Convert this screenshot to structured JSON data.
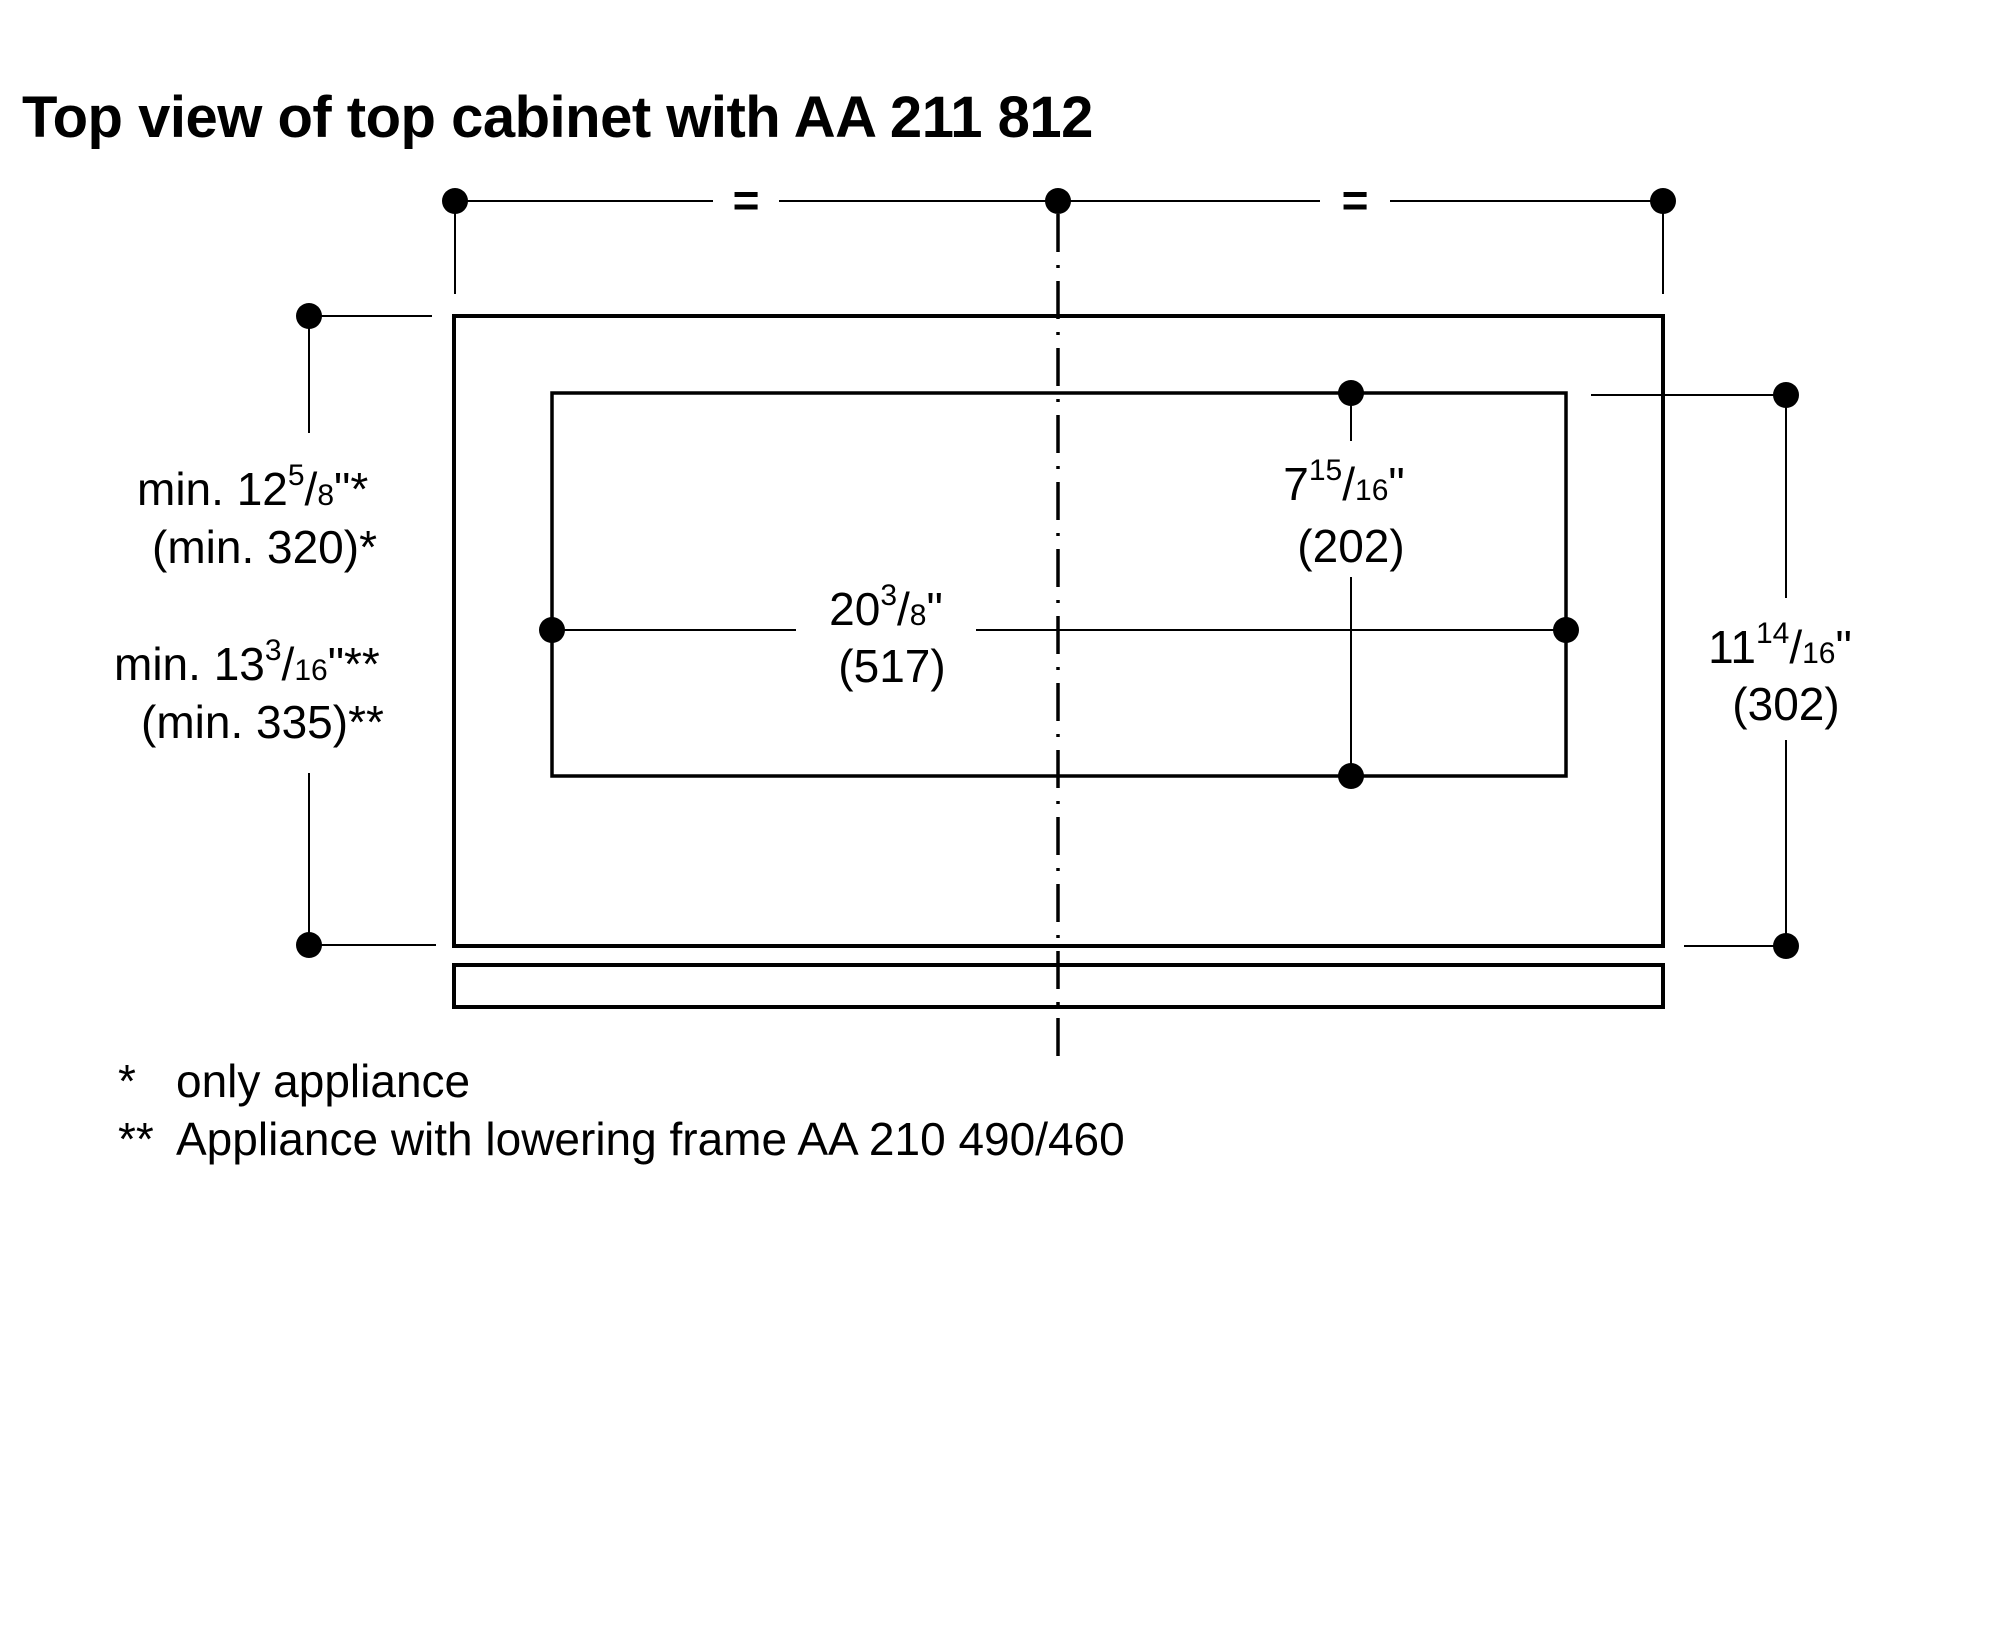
{
  "title": "Top view of top cabinet with AA 211 812",
  "top_dimensions": {
    "left_half_label": "=",
    "right_half_label": "="
  },
  "dimensions": {
    "inner_width": {
      "whole": "20",
      "num": "3",
      "den": "8",
      "unit": "\"",
      "metric": "(517)"
    },
    "inner_depth": {
      "whole": "7",
      "num": "15",
      "den": "16",
      "unit": "\"",
      "metric": "(202)"
    },
    "right_depth": {
      "whole": "11",
      "num": "14",
      "den": "16",
      "unit": "\"",
      "metric": "(302)"
    },
    "left_depth_appliance": {
      "prefix": "min. ",
      "whole": "12",
      "num": "5",
      "den": "8",
      "unit": "\"*",
      "metric": "(min. 320)*"
    },
    "left_depth_frame": {
      "prefix": "min. ",
      "whole": "13",
      "num": "3",
      "den": "16",
      "unit": "\"**",
      "metric": "(min. 335)**"
    }
  },
  "footnotes": [
    {
      "mark": "*",
      "text": "only appliance"
    },
    {
      "mark": "**",
      "text": "Appliance with lowering frame AA 210 490/460"
    }
  ]
}
